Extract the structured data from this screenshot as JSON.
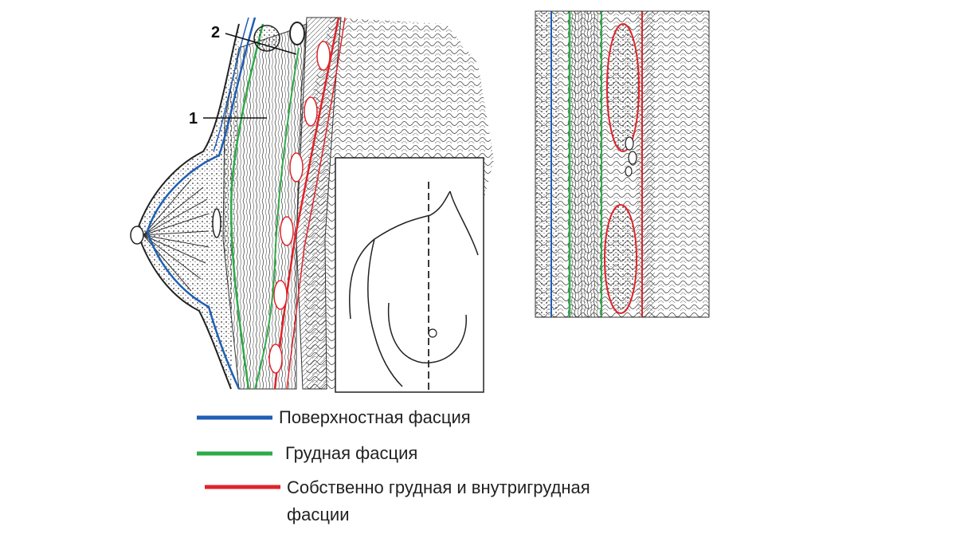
{
  "callouts": {
    "one": "1",
    "two": "2"
  },
  "legend": {
    "items": [
      {
        "label": "Поверхностная фасция",
        "color": "#1f5fb5"
      },
      {
        "label": "Грудная фасция",
        "color": "#2eaa48"
      },
      {
        "label_line1": "Собственно грудная и внутригрудная",
        "label_line2": "фасции",
        "color": "#e0232a"
      }
    ]
  },
  "colors": {
    "superficial_fascia": "#1f5fb5",
    "pectoral_fascia": "#2eaa48",
    "intrathoracic_fascia": "#e0232a",
    "ink": "#222222"
  }
}
